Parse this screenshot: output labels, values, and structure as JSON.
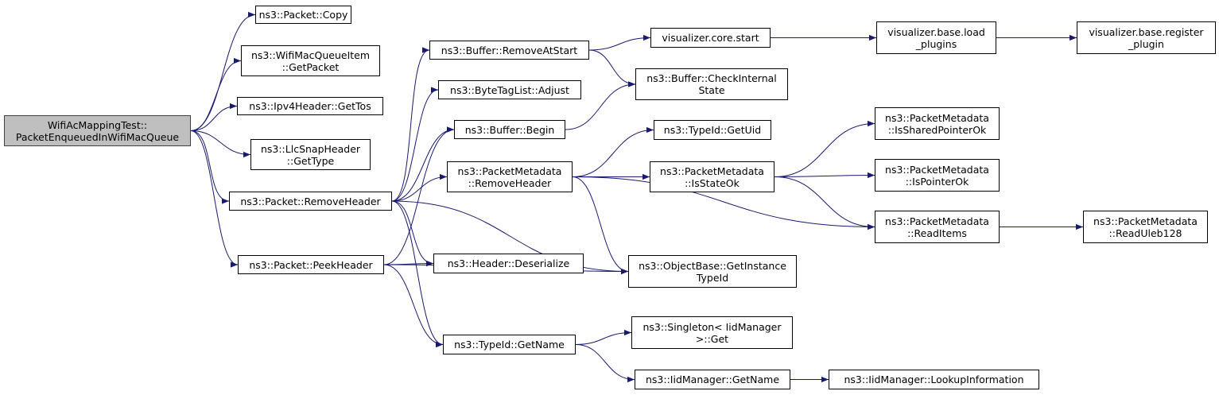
{
  "diagram": {
    "type": "call-graph",
    "edge_color": "#191970",
    "root_fill": "#bfbfbf",
    "nodes": [
      {
        "id": "root",
        "label": "WifiAcMappingTest::\nPacketEnqueuedInWifiMacQueue"
      },
      {
        "id": "copy",
        "label": "ns3::Packet::Copy"
      },
      {
        "id": "getpacket",
        "label": "ns3::WifiMacQueueItem\n::GetPacket"
      },
      {
        "id": "gettos",
        "label": "ns3::Ipv4Header::GetTos"
      },
      {
        "id": "gettype",
        "label": "ns3::LlcSnapHeader\n::GetType"
      },
      {
        "id": "removeheader",
        "label": "ns3::Packet::RemoveHeader"
      },
      {
        "id": "peekheader",
        "label": "ns3::Packet::PeekHeader"
      },
      {
        "id": "removeatstart",
        "label": "ns3::Buffer::RemoveAtStart"
      },
      {
        "id": "adjust",
        "label": "ns3::ByteTagList::Adjust"
      },
      {
        "id": "begin",
        "label": "ns3::Buffer::Begin"
      },
      {
        "id": "pm_removeheader",
        "label": "ns3::PacketMetadata\n::RemoveHeader"
      },
      {
        "id": "deserialize",
        "label": "ns3::Header::Deserialize"
      },
      {
        "id": "tid_getname",
        "label": "ns3::TypeId::GetName"
      },
      {
        "id": "viscorestart",
        "label": "visualizer.core.start"
      },
      {
        "id": "checkinternal",
        "label": "ns3::Buffer::CheckInternal\nState"
      },
      {
        "id": "getuid",
        "label": "ns3::TypeId::GetUid"
      },
      {
        "id": "isstateok",
        "label": "ns3::PacketMetadata\n::IsStateOk"
      },
      {
        "id": "getinstancetypeid",
        "label": "ns3::ObjectBase::GetInstance\nTypeId"
      },
      {
        "id": "singletonget",
        "label": "ns3::Singleton< IidManager\n>::Get"
      },
      {
        "id": "iid_getname",
        "label": "ns3::IidManager::GetName"
      },
      {
        "id": "loadplugins",
        "label": "visualizer.base.load\n_plugins"
      },
      {
        "id": "issharedptr",
        "label": "ns3::PacketMetadata\n::IsSharedPointerOk"
      },
      {
        "id": "isptrok",
        "label": "ns3::PacketMetadata\n::IsPointerOk"
      },
      {
        "id": "readitems",
        "label": "ns3::PacketMetadata\n::ReadItems"
      },
      {
        "id": "lookupinfo",
        "label": "ns3::IidManager::LookupInformation"
      },
      {
        "id": "registerplugin",
        "label": "visualizer.base.register\n_plugin"
      },
      {
        "id": "readuleb",
        "label": "ns3::PacketMetadata\n::ReadUleb128"
      }
    ],
    "edges": [
      [
        "root",
        "copy"
      ],
      [
        "root",
        "getpacket"
      ],
      [
        "root",
        "gettos"
      ],
      [
        "root",
        "gettype"
      ],
      [
        "root",
        "removeheader"
      ],
      [
        "root",
        "peekheader"
      ],
      [
        "removeheader",
        "removeatstart"
      ],
      [
        "removeheader",
        "adjust"
      ],
      [
        "removeheader",
        "begin"
      ],
      [
        "removeheader",
        "pm_removeheader"
      ],
      [
        "removeheader",
        "deserialize"
      ],
      [
        "removeheader",
        "getinstancetypeid"
      ],
      [
        "removeheader",
        "tid_getname"
      ],
      [
        "peekheader",
        "begin"
      ],
      [
        "peekheader",
        "deserialize"
      ],
      [
        "peekheader",
        "getinstancetypeid"
      ],
      [
        "peekheader",
        "tid_getname"
      ],
      [
        "removeatstart",
        "viscorestart"
      ],
      [
        "removeatstart",
        "checkinternal"
      ],
      [
        "begin",
        "checkinternal"
      ],
      [
        "pm_removeheader",
        "getuid"
      ],
      [
        "pm_removeheader",
        "isstateok"
      ],
      [
        "pm_removeheader",
        "readitems"
      ],
      [
        "pm_removeheader",
        "getinstancetypeid"
      ],
      [
        "isstateok",
        "issharedptr"
      ],
      [
        "isstateok",
        "isptrok"
      ],
      [
        "isstateok",
        "readitems"
      ],
      [
        "readitems",
        "readuleb"
      ],
      [
        "viscorestart",
        "loadplugins"
      ],
      [
        "loadplugins",
        "registerplugin"
      ],
      [
        "tid_getname",
        "singletonget"
      ],
      [
        "tid_getname",
        "iid_getname"
      ],
      [
        "iid_getname",
        "lookupinfo"
      ]
    ]
  }
}
